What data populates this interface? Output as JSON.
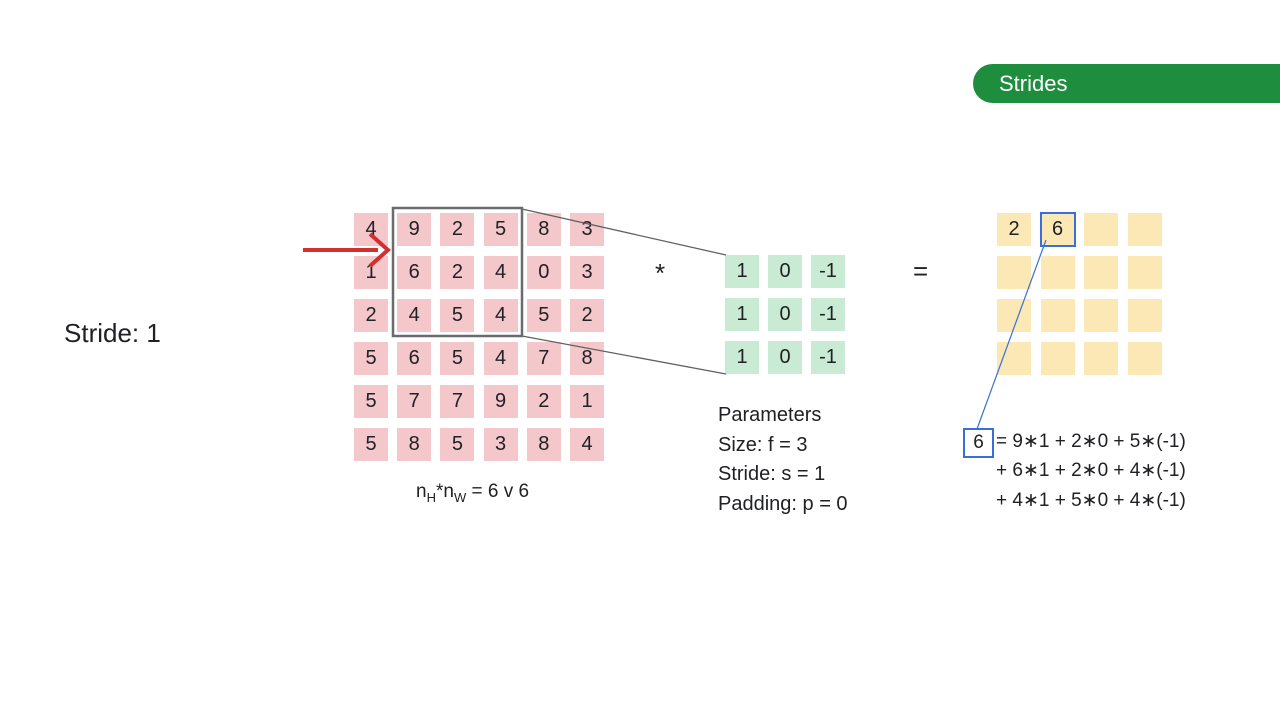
{
  "header_badge": "Strides",
  "stride_label": "Stride: 1",
  "input_matrix": [
    [
      "4",
      "9",
      "2",
      "5",
      "8",
      "3"
    ],
    [
      "1",
      "6",
      "2",
      "4",
      "0",
      "3"
    ],
    [
      "2",
      "4",
      "5",
      "4",
      "5",
      "2"
    ],
    [
      "5",
      "6",
      "5",
      "4",
      "7",
      "8"
    ],
    [
      "5",
      "7",
      "7",
      "9",
      "2",
      "1"
    ],
    [
      "5",
      "8",
      "5",
      "3",
      "8",
      "4"
    ]
  ],
  "input_dims": {
    "n_label": "n",
    "h_sub": "H",
    "star": "*",
    "w_sub": "W",
    "rest": " = 6 v 6"
  },
  "conv_operator": "*",
  "kernel_matrix": [
    [
      "1",
      "0",
      "-1"
    ],
    [
      "1",
      "0",
      "-1"
    ],
    [
      "1",
      "0",
      "-1"
    ]
  ],
  "equals_sign": "=",
  "output_values": [
    [
      "2",
      "6",
      "",
      ""
    ],
    [
      "",
      "",
      "",
      ""
    ],
    [
      "",
      "",
      "",
      ""
    ],
    [
      "",
      "",
      "",
      ""
    ]
  ],
  "parameters": {
    "title": "Parameters",
    "size": "Size: f = 3",
    "stride": "Stride: s = 1",
    "padding": "Padding: p = 0"
  },
  "equation": {
    "result": "6",
    "line1": "= 9∗1 + 2∗0 + 5∗(-1)",
    "line2": "+ 6∗1 + 2∗0 + 4∗(-1)",
    "line3": "+ 4∗1 + 5∗0 + 4∗(-1)"
  },
  "colors": {
    "input_cell": "#f4c7cb",
    "kernel_cell": "#c9ebd3",
    "output_cell": "#fbe8b5",
    "badge": "#1e8e3e",
    "arrow": "#d32f2f",
    "highlight": "#3a6fd8"
  }
}
